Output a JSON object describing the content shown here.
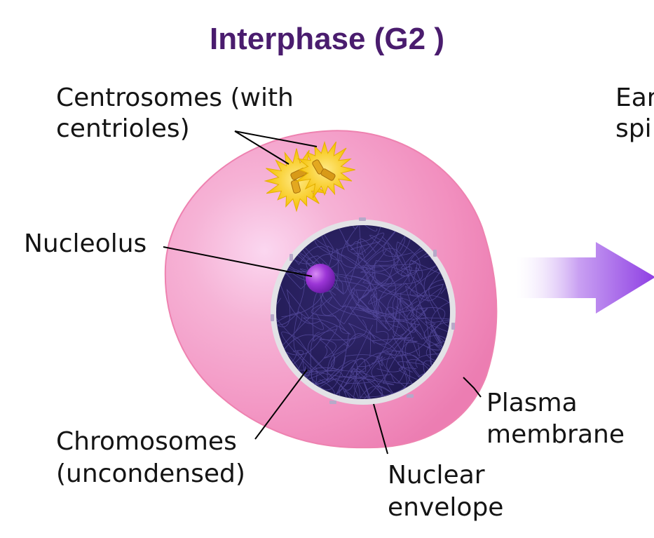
{
  "title": "Interphase (G2 )",
  "labels": {
    "centrosomes_line1": "Centrosomes (with",
    "centrosomes_line2": "centrioles)",
    "nucleolus": "Nucleolus",
    "chromosomes_line1": "Chromosomes",
    "chromosomes_line2": "(uncondensed)",
    "nuclear_line1": "Nuclear",
    "nuclear_line2": "envelope",
    "plasma_line1": "Plasma",
    "plasma_line2": "membrane",
    "next_phase_line1_partial": "Ear",
    "next_phase_line2_partial": "spi"
  },
  "colors": {
    "title": "#4a1c6e",
    "cell": "#f5a3c8",
    "cell_edge": "#ee82b0",
    "nucleus": "#2a2160",
    "nuclear_envelope": "#e2e2e6",
    "nucleolus": "#8a2ad0",
    "centrosome": "#ffd21f",
    "arrow": "#9b4fe6"
  }
}
